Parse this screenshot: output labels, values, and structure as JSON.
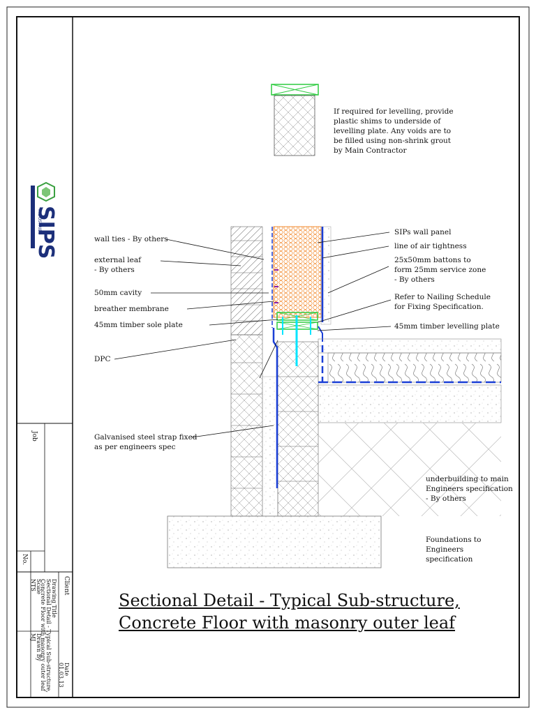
{
  "title_line1": "Sectional Detail - Typical Sub-structure,",
  "title_line2": "Concrete Floor with masonry outer leaf",
  "notes": {
    "levelling": "If required for levelling, provide\nplastic shims to underside of\nlevelling plate. Any voids are to\nbe filled using non-shrink grout\nby Main Contractor",
    "wall_ties": "wall ties - By others",
    "external_leaf": "external leaf\n- By others",
    "cavity": "50mm cavity",
    "breather": "breather membrane",
    "sole_plate": "45mm timber sole plate",
    "dpc": "DPC",
    "strap": "Galvanised steel strap fixed\nas per engineers spec",
    "sips_panel": "SIPs wall panel",
    "air_tightness": "line of air tightness",
    "battens": "25x50mm battons to\nform 25mm service zone\n- By others",
    "nailing": "Refer to Nailing Schedule\nfor Fixing Specification.",
    "levelling_plate": "45mm timber levelling plate",
    "underbuilding": "underbuilding to main\nEngineers specification\n- By others",
    "foundations": "Foundations to\nEngineers\nspecification"
  },
  "title_block": {
    "job_label": "Job",
    "client_label": "Client",
    "drawing_title_label": "Drawing Title",
    "drawing_title_value": "Sectional Detail - Typical Sub-structure,",
    "drawing_title_value2": "Concrete Floor with masonry outer leaf",
    "no_label": "No.",
    "scale_label": "Scale",
    "scale_value": "NTS",
    "drawn_label": "Drawn By",
    "drawn_value": "MJ",
    "date_label": "Date",
    "date_value": "01.03.13"
  },
  "logo": {
    "text": "SIPS",
    "sub": "INDUSTRIES"
  },
  "colors": {
    "insulation": "#f28a2e",
    "membrane_blue": "#1a3fd6",
    "timber_green": "#2ecc40",
    "fixing_cyan": "#00e5ff",
    "dpc_purple": "#8a1fa8"
  }
}
